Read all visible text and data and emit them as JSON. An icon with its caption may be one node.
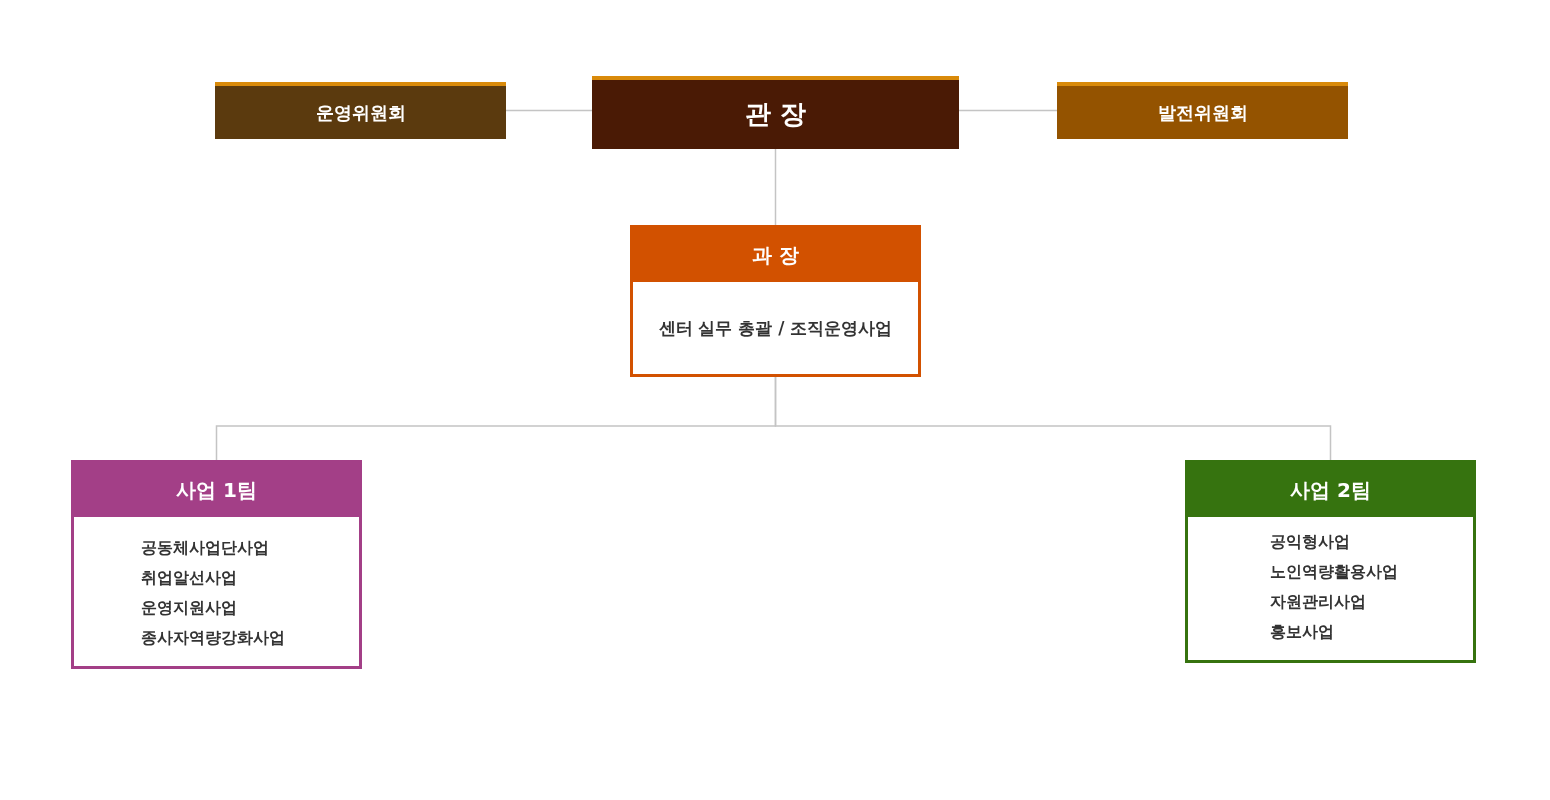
{
  "diagram": {
    "nodes": [
      {
        "text": [
          "운영위원회"
        ]
      },
      {
        "text": [
          "관 장"
        ]
      },
      {
        "text": [
          "발전위원회"
        ]
      },
      {
        "text": [
          "과 장",
          "센터 실무 총괄 / 조직운영사업"
        ]
      },
      {
        "text": [
          "사업 1팀",
          "공동체사업단사업",
          "취업알선사업",
          "운영지원사업",
          "종사자역량강화사업"
        ]
      },
      {
        "text": [
          "사업 2팀",
          "공익형사업",
          "노인역량활용사업",
          "자원관리사업",
          "홍보사업"
        ]
      }
    ],
    "edges": [
      {
        "from": 0,
        "to": 1,
        "arrow": "none"
      },
      {
        "from": 1,
        "to": 2,
        "arrow": "none"
      },
      {
        "from": 1,
        "to": 3,
        "arrow": "none"
      },
      {
        "from": 3,
        "to": 4,
        "arrow": "none"
      },
      {
        "from": 3,
        "to": 5,
        "arrow": "none"
      }
    ]
  }
}
